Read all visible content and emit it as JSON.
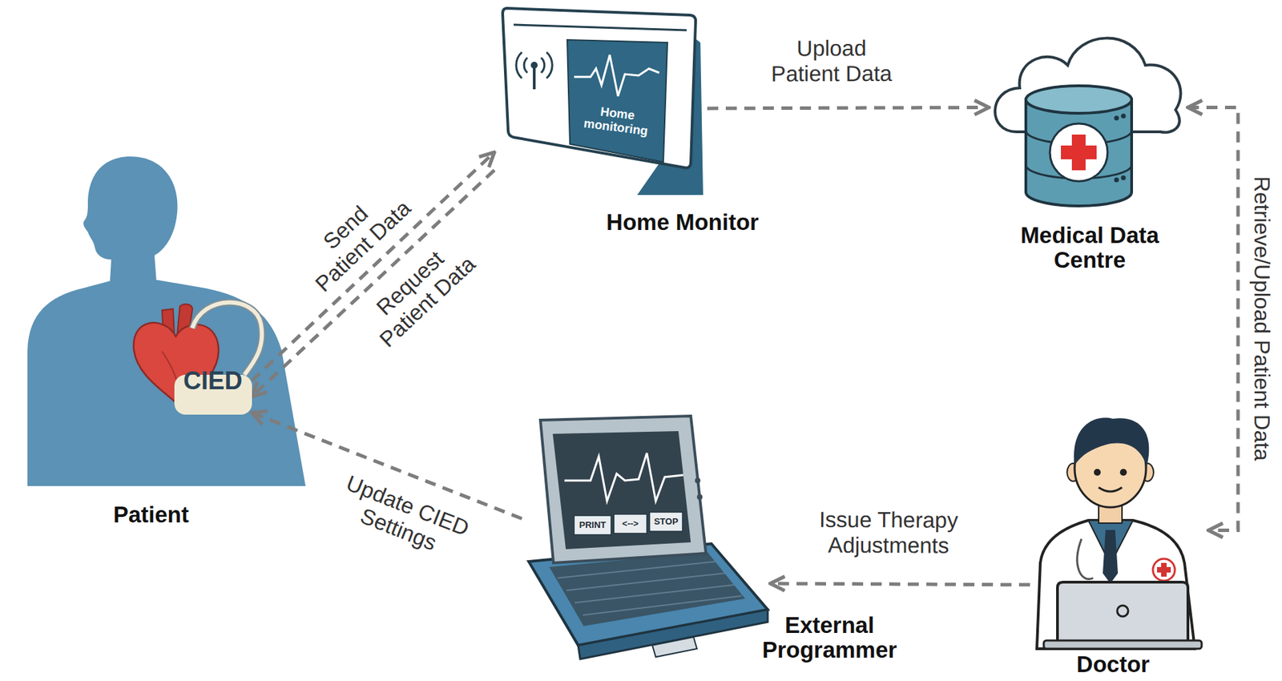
{
  "diagram": {
    "nodes": [
      {
        "text": [
          "Patient"
        ]
      },
      {
        "text": [
          "CIED"
        ],
        "in": 0
      },
      {
        "text": [
          "Home Monitor"
        ]
      },
      {
        "text": [
          "Medical Data Centre"
        ]
      },
      {
        "text": [
          "Doctor"
        ]
      },
      {
        "text": [
          "External Programmer"
        ]
      }
    ],
    "edges": [
      {
        "from": 1,
        "to": 2,
        "label": "Send Patient Data",
        "arrow": "to"
      },
      {
        "from": 2,
        "to": 1,
        "label": "Request Patient Data",
        "arrow": "to"
      },
      {
        "from": 2,
        "to": 3,
        "label": "Upload Patient Data",
        "arrow": "to"
      },
      {
        "from": 3,
        "to": 4,
        "label": "Retrieve/Upload Patient Data",
        "arrow": "both"
      },
      {
        "from": 4,
        "to": 5,
        "label": "Issue Therapy Adjustments",
        "arrow": "to"
      },
      {
        "from": 5,
        "to": 1,
        "label": "Update CIED Settings",
        "arrow": "to"
      }
    ],
    "labels": [
      "Home monitoring",
      "PRINT",
      "<-->",
      "STOP"
    ]
  }
}
